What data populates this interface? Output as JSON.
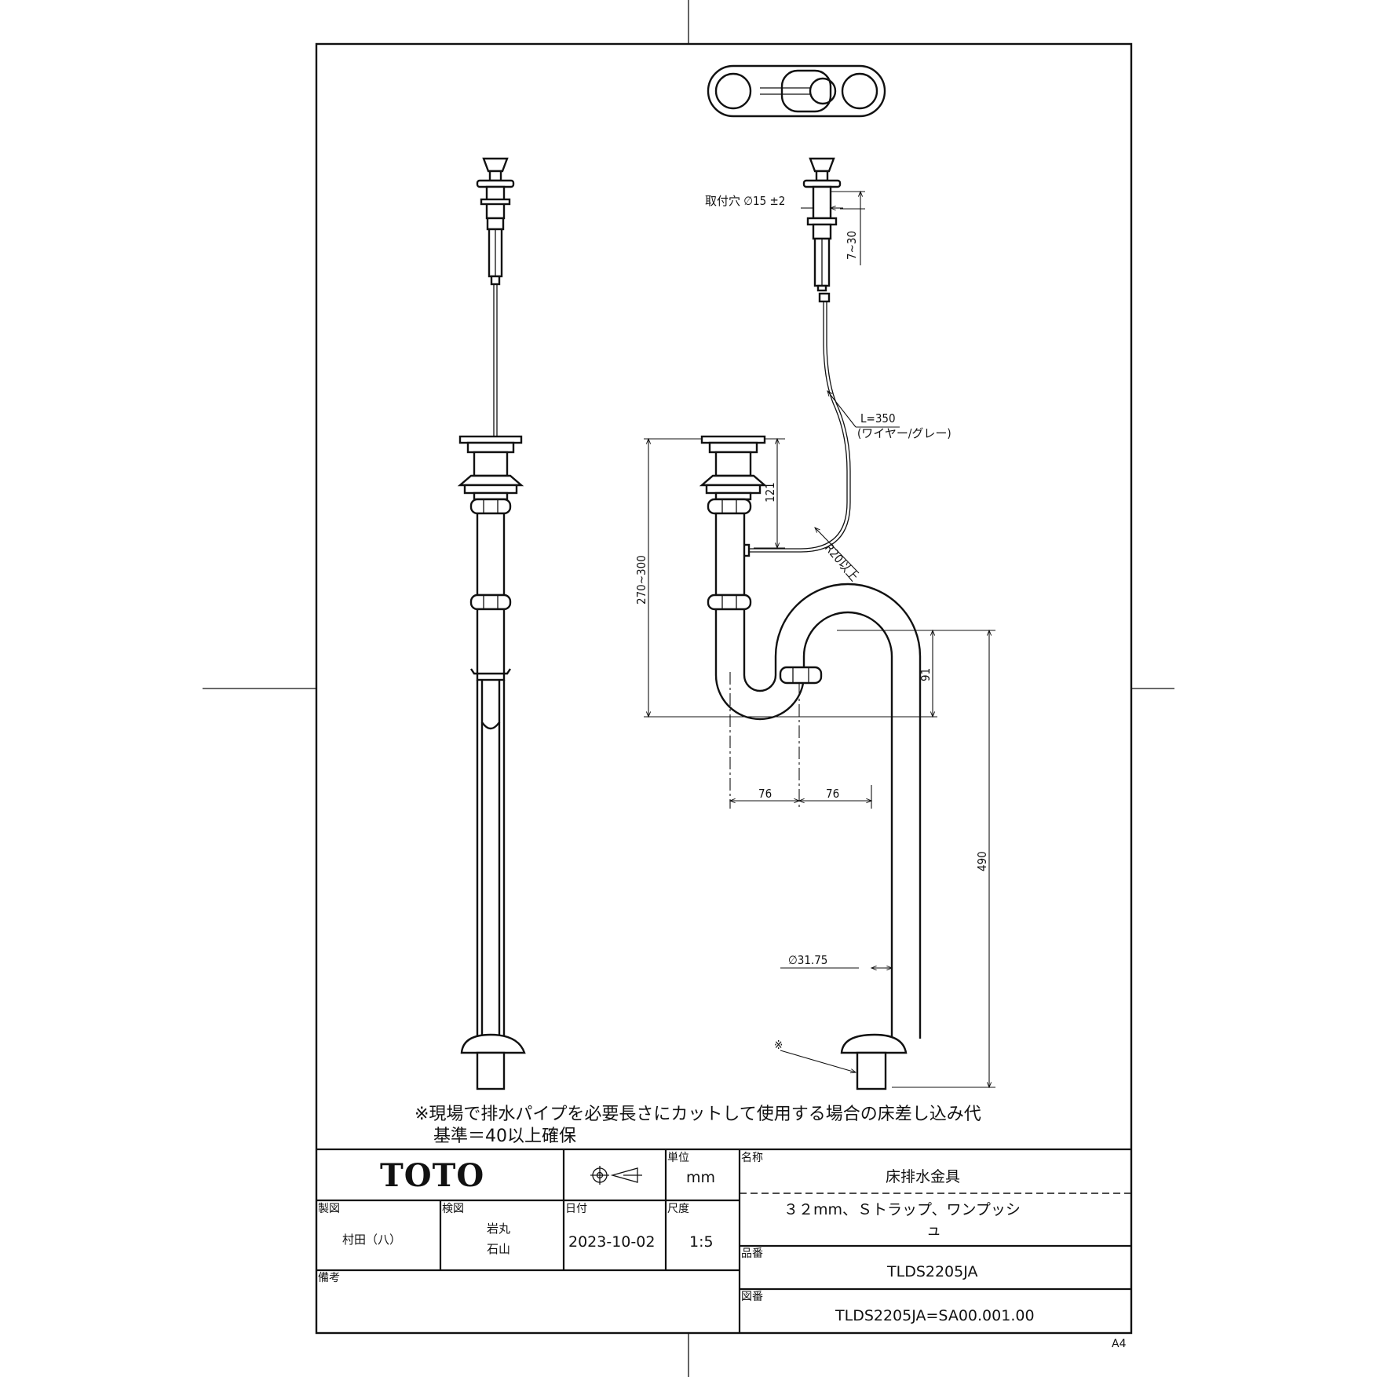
{
  "dimensions": {
    "mount_hole": "取付穴 ∅15 ±2",
    "flange_range": "7~30",
    "wire_length": "L=350",
    "wire_desc": "(ワイヤー/グレー)",
    "top_height": "121",
    "total_range": "270~300",
    "bend_radius": "R20以上",
    "trap_depth": "91",
    "offset_left": "76",
    "offset_right": "76",
    "drop_length": "490",
    "pipe_diameter": "∅31.75",
    "asterisk": "※"
  },
  "notes": {
    "line1": "※現場で排水パイプを必要長さにカットして使用する場合の床差し込み代",
    "line2": "基準＝40以上確保"
  },
  "title_block": {
    "logo": "TOTO",
    "unit_label": "単位",
    "unit_value": "mm",
    "name_label": "名称",
    "name_value": "床排水金具",
    "subtitle_line1": "３２mm、Ｓトラップ、ワンプッシ",
    "subtitle_line2": "ュ",
    "drawn_label": "製図",
    "drawn_value": "村田（八）",
    "checked_label": "検図",
    "checked_value1": "岩丸",
    "checked_value2": "石山",
    "date_label": "日付",
    "date_value": "2023-10-02",
    "scale_label": "尺度",
    "scale_value": "1:5",
    "part_label": "品番",
    "part_value": "TLDS2205JA",
    "remarks_label": "備考",
    "drawing_no_label": "図番",
    "drawing_no_value": "TLDS2205JA=SA00.001.00"
  },
  "paper_size": "A4"
}
